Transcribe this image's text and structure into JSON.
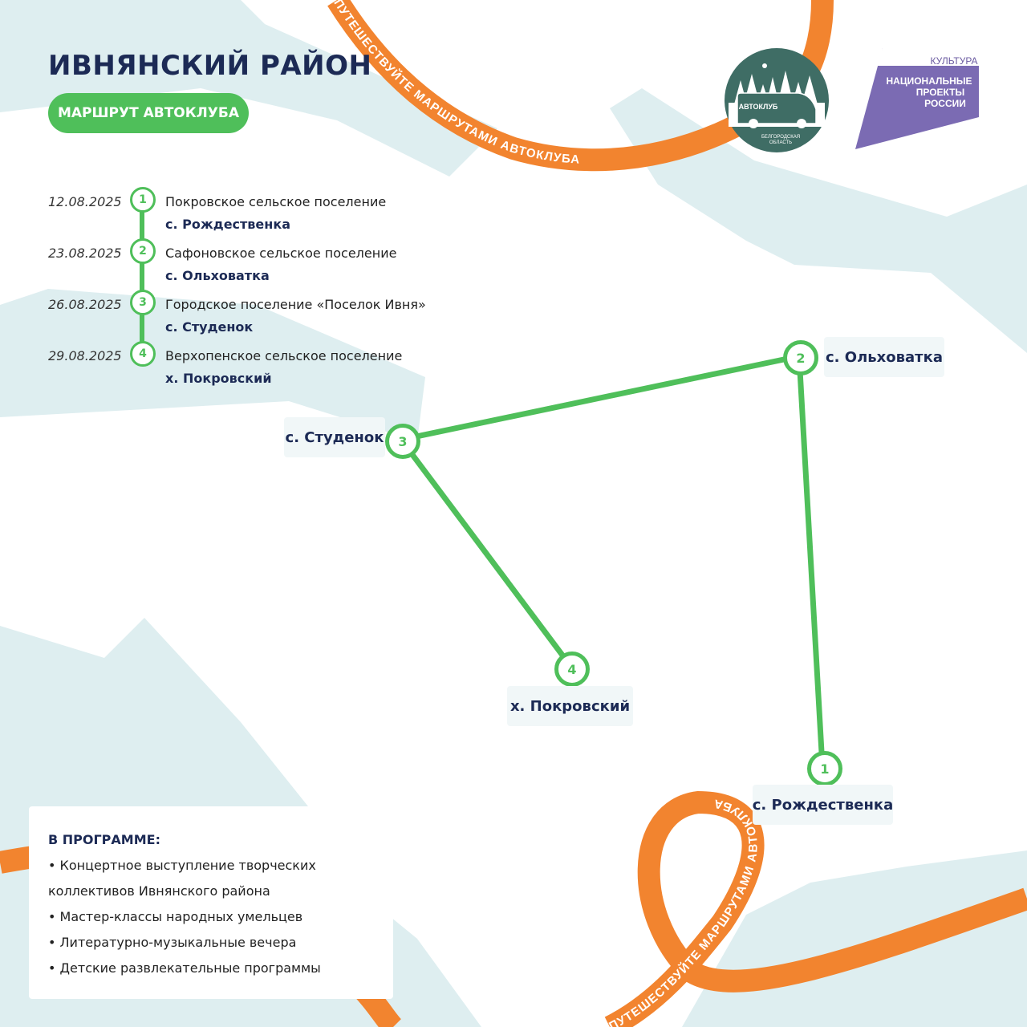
{
  "header": {
    "title": "ИВНЯНСКИЙ РАЙОН",
    "pill_label": "МАРШРУТ АВТОКЛУБА"
  },
  "logos": {
    "autoclub": {
      "name": "АВТОКЛУБ",
      "region_line1": "БЕЛГОРОДСКАЯ",
      "region_line2": "ОБЛАСТЬ"
    },
    "national_projects": {
      "top": "КУЛЬТУРА",
      "line1": "НАЦИОНАЛЬНЫЕ",
      "line2": "ПРОЕКТЫ",
      "line3": "РОССИИ"
    }
  },
  "ribbon_text": "ПУТЕШЕСТВУЙТЕ МАРШРУТАМИ АВТОКЛУБА",
  "schedule": [
    {
      "date": "12.08.2025",
      "num": "1",
      "settlement": "Покровское сельское поселение",
      "village": "с. Рождественка"
    },
    {
      "date": "23.08.2025",
      "num": "2",
      "settlement": "Сафоновское сельское поселение",
      "village": "с. Ольховатка"
    },
    {
      "date": "26.08.2025",
      "num": "3",
      "settlement": "Городское поселение «Поселок Ивня»",
      "village": "с. Студенок"
    },
    {
      "date": "29.08.2025",
      "num": "4",
      "settlement": "Верхопенское сельское поселение",
      "village": "х. Покровский"
    }
  ],
  "map": {
    "nodes": [
      {
        "num": "1",
        "label": "с. Рождественка"
      },
      {
        "num": "2",
        "label": "с. Ольховатка"
      },
      {
        "num": "3",
        "label": "с. Студенок"
      },
      {
        "num": "4",
        "label": "х. Покровский"
      }
    ]
  },
  "program": {
    "title": "В ПРОГРАММЕ:",
    "lines": [
      "• Концертное выступление творческих",
      "коллективов Ивнянского района",
      "• Мастер-классы народных умельцев",
      "• Литературно-музыкальные вечера",
      "• Детские развлекательные программы"
    ]
  },
  "colors": {
    "accent_green": "#4fbf5a",
    "navy": "#1c2a55",
    "ribbon_orange": "#f2842f",
    "bg_shape": "#deeef0",
    "np_purple": "#7b6bb3"
  }
}
